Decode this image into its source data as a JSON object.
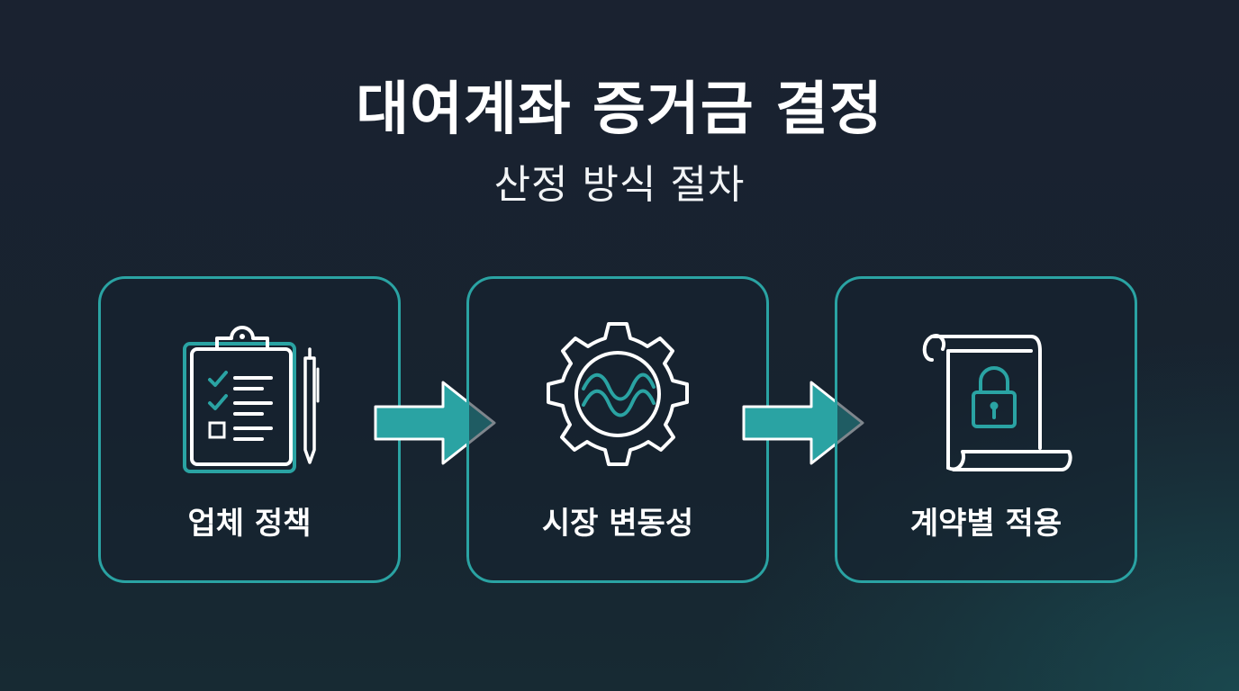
{
  "title": "대여계좌 증거금 결정",
  "subtitle": "산정 방식 절차",
  "steps": [
    {
      "label": "업체 정책",
      "icon": "clipboard-checklist-icon"
    },
    {
      "label": "시장 변동성",
      "icon": "gear-wave-icon"
    },
    {
      "label": "계약별 적용",
      "icon": "scroll-lock-icon"
    }
  ],
  "colors": {
    "accent": "#2aa3a3",
    "background": "#17222f",
    "text": "#ffffff"
  }
}
